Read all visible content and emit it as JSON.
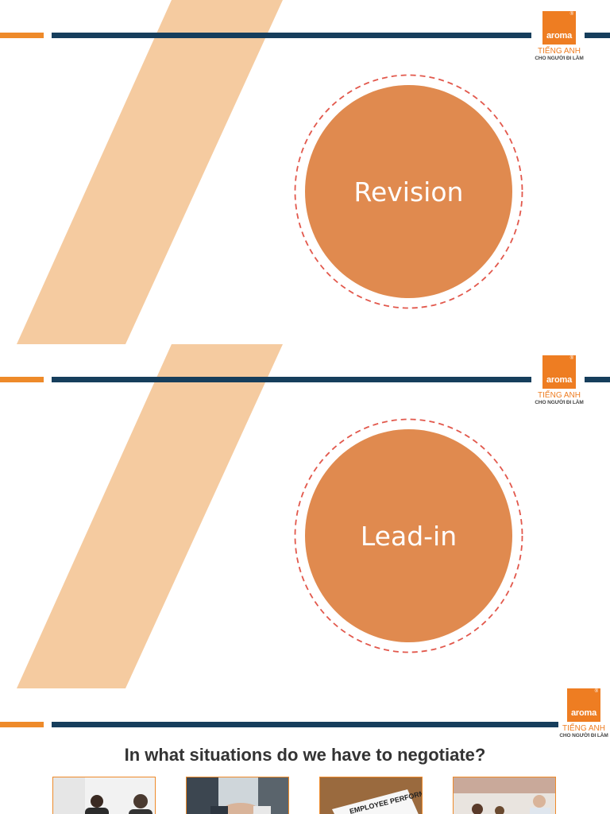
{
  "brand": {
    "logo_word": "aroma",
    "logo_reg": "®",
    "logo_line1": "TIẾNG ANH",
    "logo_line2": "CHO NGƯỜI ĐI LÀM",
    "colors": {
      "orange": "#ee7d22",
      "navy": "#163e5c",
      "band": "#f5cba0",
      "disc": "#e08a4f",
      "ring": "#e2584c"
    }
  },
  "slides": [
    {
      "title": "Revision"
    },
    {
      "title": "Lead-in"
    },
    {
      "question": "In what situations do we have to negotiate?",
      "images": [
        "office-meeting-photo",
        "handshake-photo",
        "employee-performance-document-photo",
        "team-meeting-photo"
      ],
      "document_text": "EMPLOYEE PERFORMANCE"
    }
  ]
}
